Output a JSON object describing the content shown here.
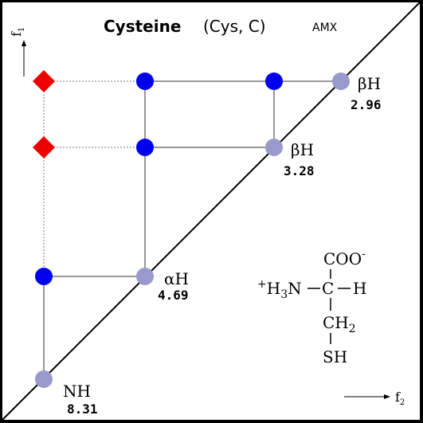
{
  "title": {
    "name": "Cysteine",
    "abbrev": "(Cys, C)",
    "spin_system": "AMX"
  },
  "axes": {
    "f1_label": "f",
    "f1_sub": "1",
    "f2_label": "f",
    "f2_sub": "2"
  },
  "diagonal_peaks": [
    {
      "label": "βH",
      "ppm": "2.96"
    },
    {
      "label": "βH",
      "ppm": "3.28"
    },
    {
      "label": "αH",
      "ppm": "4.69"
    },
    {
      "label": "NH",
      "ppm": "8.31"
    }
  ],
  "structure": {
    "carboxyl": "COO",
    "carboxyl_charge": "-",
    "amine_charge": "+",
    "amine_h": "H",
    "amine_sub": "3",
    "amine_n": "N",
    "alpha_c": "C",
    "alpha_h": "H",
    "ch2_c": "CH",
    "ch2_sub": "2",
    "thiol": "SH"
  },
  "colors": {
    "background": "#000000",
    "plot_area": "#ffffff",
    "diagonal_peak": "#9999cc",
    "cross_peak": "#0000ee",
    "remote_peak": "#ee0000",
    "connector": "#777777"
  }
}
